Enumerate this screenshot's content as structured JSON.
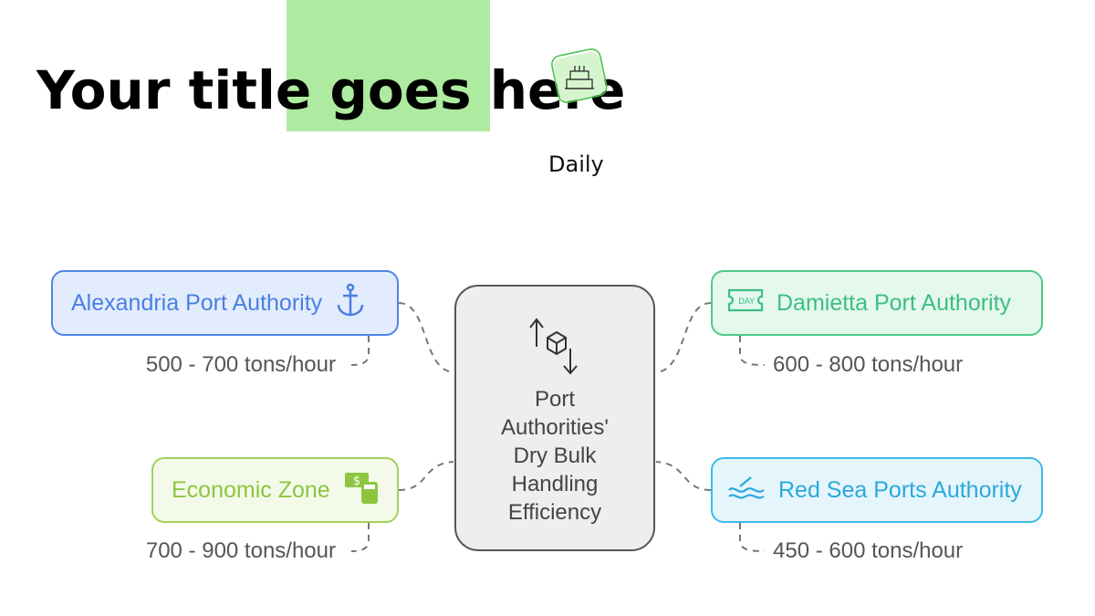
{
  "header": {
    "title": "Your title goes here",
    "badge_label": "Daily",
    "badge_icon": "cake-icon"
  },
  "center": {
    "title": "Port Authorities' Dry Bulk Handling Efficiency",
    "icon": "box-transfer-icon"
  },
  "nodes": [
    {
      "label": "Alexandria Port Authority",
      "value": "500 - 700 tons/hour",
      "icon": "anchor-icon",
      "color": "#4f85e6"
    },
    {
      "label": "Economic Zone",
      "value": "700 - 900 tons/hour",
      "icon": "money-calculator-icon",
      "color": "#8cc63f"
    },
    {
      "label": "Damietta Port Authority",
      "value": "600 - 800 tons/hour",
      "icon": "ticket-icon",
      "color": "#3cbf80"
    },
    {
      "label": "Red Sea Ports Authority",
      "value": "450 - 600 tons/hour",
      "icon": "waves-icon",
      "color": "#2aa9dc"
    }
  ]
}
